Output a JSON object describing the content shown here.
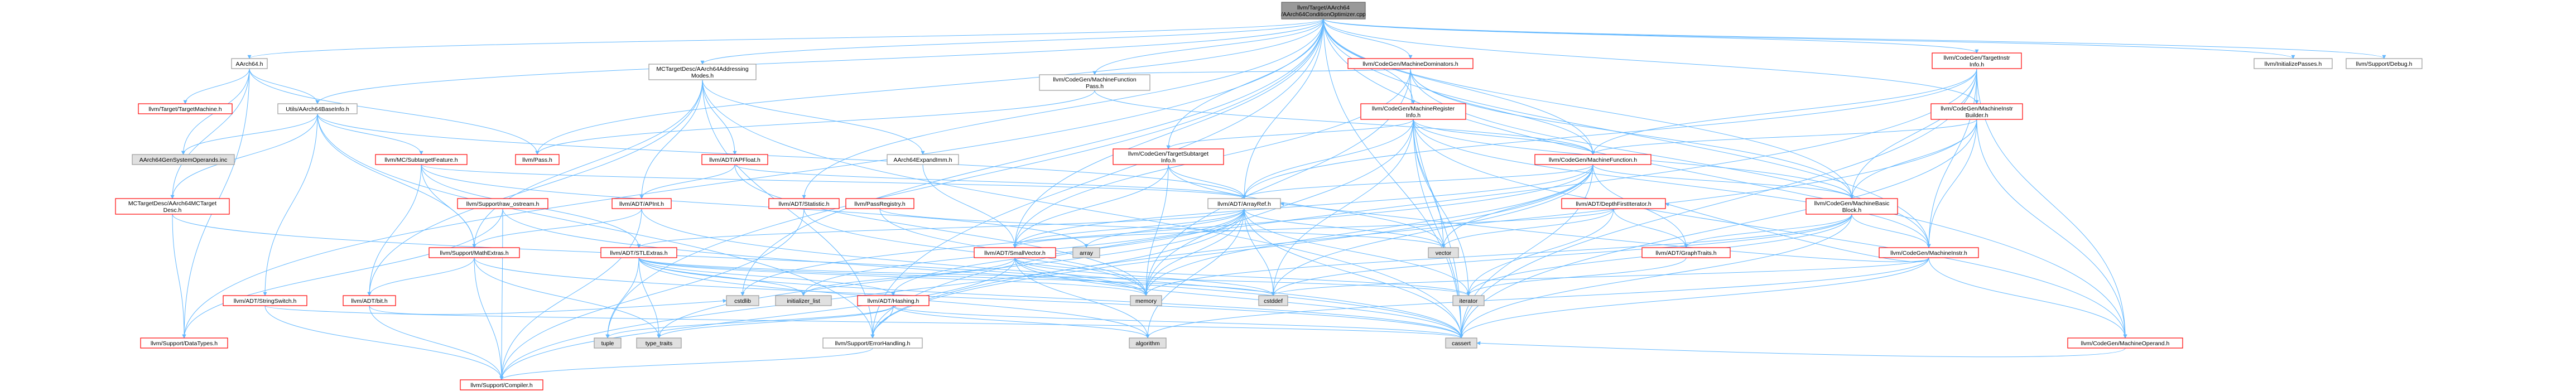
{
  "graph": {
    "nodes": [
      {
        "id": "root",
        "label": [
          "llvm/Target/AArch64",
          "/AArch64ConditionOptimizer.cpp"
        ],
        "style": "root"
      },
      {
        "id": "aarch64h",
        "label": [
          "AArch64.h"
        ],
        "style": "normal"
      },
      {
        "id": "aarch64baseinfo",
        "label": [
          "Utils/AArch64BaseInfo.h"
        ],
        "style": "normal"
      },
      {
        "id": "targetmachine",
        "label": [
          "llvm/Target/TargetMachine.h"
        ],
        "style": "red"
      },
      {
        "id": "pass",
        "label": [
          "llvm/Pass.h"
        ],
        "style": "red"
      },
      {
        "id": "aarch64gensysop",
        "label": [
          "AArch64GenSystemOperands.inc"
        ],
        "style": "gray"
      },
      {
        "id": "mcsubtarget",
        "label": [
          "llvm/MC/SubtargetFeature.h"
        ],
        "style": "red"
      },
      {
        "id": "mctargetdesc",
        "label": [
          "MCTargetDesc/AArch64MCTarget",
          "Desc.h"
        ],
        "style": "red"
      },
      {
        "id": "stringswitch",
        "label": [
          "llvm/ADT/StringSwitch.h"
        ],
        "style": "red"
      },
      {
        "id": "datatypes",
        "label": [
          "llvm/Support/DataTypes.h"
        ],
        "style": "red"
      },
      {
        "id": "addrmodes",
        "label": [
          "MCTargetDesc/AArch64Addressing",
          "Modes.h"
        ],
        "style": "normal"
      },
      {
        "id": "apfloat",
        "label": [
          "llvm/ADT/APFloat.h"
        ],
        "style": "red"
      },
      {
        "id": "apint",
        "label": [
          "llvm/ADT/APInt.h"
        ],
        "style": "red"
      },
      {
        "id": "rawostream",
        "label": [
          "llvm/Support/raw_ostream.h"
        ],
        "style": "red"
      },
      {
        "id": "mathextras",
        "label": [
          "llvm/Support/MathExtras.h"
        ],
        "style": "red"
      },
      {
        "id": "bit",
        "label": [
          "llvm/ADT/bit.h"
        ],
        "style": "red"
      },
      {
        "id": "compiler",
        "label": [
          "llvm/Support/Compiler.h"
        ],
        "style": "red"
      },
      {
        "id": "expandimm",
        "label": [
          "AArch64ExpandImm.h"
        ],
        "style": "normal"
      },
      {
        "id": "statistic",
        "label": [
          "llvm/ADT/Statistic.h"
        ],
        "style": "red"
      },
      {
        "id": "stlextras",
        "label": [
          "llvm/ADT/STLExtras.h"
        ],
        "style": "red"
      },
      {
        "id": "passregistry",
        "label": [
          "llvm/PassRegistry.h"
        ],
        "style": "red"
      },
      {
        "id": "smallvector",
        "label": [
          "llvm/ADT/SmallVector.h"
        ],
        "style": "red"
      },
      {
        "id": "hashing",
        "label": [
          "llvm/ADT/Hashing.h"
        ],
        "style": "red"
      },
      {
        "id": "errorhandling",
        "label": [
          "llvm/Support/ErrorHandling.h"
        ],
        "style": "normal"
      },
      {
        "id": "arrayref",
        "label": [
          "llvm/ADT/ArrayRef.h"
        ],
        "style": "normal"
      },
      {
        "id": "mfpass",
        "label": [
          "llvm/CodeGen/MachineFunction",
          "Pass.h"
        ],
        "style": "normal"
      },
      {
        "id": "mdominators",
        "label": [
          "llvm/CodeGen/MachineDominators.h"
        ],
        "style": "red"
      },
      {
        "id": "mreginfo",
        "label": [
          "llvm/CodeGen/MachineRegister",
          "Info.h"
        ],
        "style": "red"
      },
      {
        "id": "tsubtarget",
        "label": [
          "llvm/CodeGen/TargetSubtarget",
          "Info.h"
        ],
        "style": "red"
      },
      {
        "id": "mfunction",
        "label": [
          "llvm/CodeGen/MachineFunction.h"
        ],
        "style": "red"
      },
      {
        "id": "dfiterator",
        "label": [
          "llvm/ADT/DepthFirstIterator.h"
        ],
        "style": "red"
      },
      {
        "id": "graphtraits",
        "label": [
          "llvm/ADT/GraphTraits.h"
        ],
        "style": "red"
      },
      {
        "id": "mbb",
        "label": [
          "llvm/CodeGen/MachineBasic",
          "Block.h"
        ],
        "style": "red"
      },
      {
        "id": "minstr",
        "label": [
          "llvm/CodeGen/MachineInstr.h"
        ],
        "style": "red"
      },
      {
        "id": "moperand",
        "label": [
          "llvm/CodeGen/MachineOperand.h"
        ],
        "style": "red"
      },
      {
        "id": "tinstrinfo",
        "label": [
          "llvm/CodeGen/TargetInstr",
          "Info.h"
        ],
        "style": "red"
      },
      {
        "id": "minstrbuilder",
        "label": [
          "llvm/CodeGen/MachineInstr",
          "Builder.h"
        ],
        "style": "red"
      },
      {
        "id": "initpasses",
        "label": [
          "llvm/InitializePasses.h"
        ],
        "style": "normal"
      },
      {
        "id": "debug",
        "label": [
          "llvm/Support/Debug.h"
        ],
        "style": "normal"
      },
      {
        "id": "array",
        "label": [
          "array"
        ],
        "style": "gray"
      },
      {
        "id": "vector",
        "label": [
          "vector"
        ],
        "style": "gray"
      },
      {
        "id": "iterator",
        "label": [
          "iterator"
        ],
        "style": "gray"
      },
      {
        "id": "cstddef",
        "label": [
          "cstddef"
        ],
        "style": "gray"
      },
      {
        "id": "memory",
        "label": [
          "memory"
        ],
        "style": "gray"
      },
      {
        "id": "initlist",
        "label": [
          "initializer_list"
        ],
        "style": "gray"
      },
      {
        "id": "cstdlib",
        "label": [
          "cstdlib"
        ],
        "style": "gray"
      },
      {
        "id": "tuple",
        "label": [
          "tuple"
        ],
        "style": "gray"
      },
      {
        "id": "typetraits",
        "label": [
          "type_traits"
        ],
        "style": "gray"
      },
      {
        "id": "algorithm",
        "label": [
          "algorithm"
        ],
        "style": "gray"
      },
      {
        "id": "cassert",
        "label": [
          "cassert"
        ],
        "style": "gray"
      }
    ],
    "edges": [
      [
        "root",
        "aarch64h"
      ],
      [
        "root",
        "aarch64baseinfo"
      ],
      [
        "root",
        "addrmodes"
      ],
      [
        "root",
        "pass"
      ],
      [
        "root",
        "statistic"
      ],
      [
        "root",
        "mfpass"
      ],
      [
        "root",
        "mdominators"
      ],
      [
        "root",
        "mreginfo"
      ],
      [
        "root",
        "tsubtarget"
      ],
      [
        "root",
        "mfunction"
      ],
      [
        "root",
        "mbb"
      ],
      [
        "root",
        "minstr"
      ],
      [
        "root",
        "moperand"
      ],
      [
        "root",
        "tinstrinfo"
      ],
      [
        "root",
        "minstrbuilder"
      ],
      [
        "root",
        "initpasses"
      ],
      [
        "root",
        "debug"
      ],
      [
        "root",
        "arrayref"
      ],
      [
        "root",
        "smallvector"
      ],
      [
        "root",
        "errorhandling"
      ],
      [
        "root",
        "datatypes"
      ],
      [
        "root",
        "cstdlib"
      ],
      [
        "root",
        "tuple"
      ],
      [
        "root",
        "cassert"
      ],
      [
        "aarch64h",
        "aarch64baseinfo"
      ],
      [
        "aarch64h",
        "targetmachine"
      ],
      [
        "aarch64h",
        "pass"
      ],
      [
        "aarch64h",
        "mctargetdesc"
      ],
      [
        "aarch64h",
        "datatypes"
      ],
      [
        "aarch64h",
        "aarch64gensysop"
      ],
      [
        "aarch64baseinfo",
        "aarch64gensysop"
      ],
      [
        "aarch64baseinfo",
        "mcsubtarget"
      ],
      [
        "aarch64baseinfo",
        "stringswitch"
      ],
      [
        "aarch64baseinfo",
        "mctargetdesc"
      ],
      [
        "aarch64baseinfo",
        "mathextras"
      ],
      [
        "aarch64baseinfo",
        "errorhandling"
      ],
      [
        "aarch64baseinfo",
        "arrayref"
      ],
      [
        "mcsubtarget",
        "arrayref"
      ],
      [
        "mcsubtarget",
        "stlextras"
      ],
      [
        "mcsubtarget",
        "mathextras"
      ],
      [
        "mcsubtarget",
        "array"
      ],
      [
        "mcsubtarget",
        "bit"
      ],
      [
        "mctargetdesc",
        "datatypes"
      ],
      [
        "mctargetdesc",
        "memory"
      ],
      [
        "stringswitch",
        "compiler"
      ],
      [
        "stringswitch",
        "cassert"
      ],
      [
        "addrmodes",
        "apfloat"
      ],
      [
        "addrmodes",
        "apint"
      ],
      [
        "addrmodes",
        "mathextras"
      ],
      [
        "addrmodes",
        "errorhandling"
      ],
      [
        "addrmodes",
        "bit"
      ],
      [
        "addrmodes",
        "expandimm"
      ],
      [
        "addrmodes",
        "cassert"
      ],
      [
        "apfloat",
        "apint"
      ],
      [
        "apfloat",
        "arrayref"
      ],
      [
        "apfloat",
        "memory"
      ],
      [
        "apint",
        "compiler"
      ],
      [
        "apint",
        "mathextras"
      ],
      [
        "apint",
        "cassert"
      ],
      [
        "rawostream",
        "compiler"
      ],
      [
        "rawostream",
        "datatypes"
      ],
      [
        "rawostream",
        "cassert"
      ],
      [
        "mathextras",
        "compiler"
      ],
      [
        "mathextras",
        "bit"
      ],
      [
        "mathextras",
        "cassert"
      ],
      [
        "mathextras",
        "typetraits"
      ],
      [
        "bit",
        "compiler"
      ],
      [
        "bit",
        "cstdlib"
      ],
      [
        "expandimm",
        "smallvector"
      ],
      [
        "statistic",
        "compiler"
      ],
      [
        "statistic",
        "memory"
      ],
      [
        "stlextras",
        "hashing"
      ],
      [
        "stlextras",
        "iterator"
      ],
      [
        "stlextras",
        "memory"
      ],
      [
        "stlextras",
        "tuple"
      ],
      [
        "stlextras",
        "typetraits"
      ],
      [
        "stlextras",
        "cassert"
      ],
      [
        "stlextras",
        "cstddef"
      ],
      [
        "stlextras",
        "initlist"
      ],
      [
        "stlextras",
        "algorithm"
      ],
      [
        "passregistry",
        "memory"
      ],
      [
        "passregistry",
        "vector"
      ],
      [
        "smallvector",
        "compiler"
      ],
      [
        "smallvector",
        "cstddef"
      ],
      [
        "smallvector",
        "iterator"
      ],
      [
        "smallvector",
        "memory"
      ],
      [
        "smallvector",
        "algorithm"
      ],
      [
        "smallvector",
        "initlist"
      ],
      [
        "smallvector",
        "cassert"
      ],
      [
        "hashing",
        "errorhandling"
      ],
      [
        "hashing",
        "typetraits"
      ],
      [
        "hashing",
        "tuple"
      ],
      [
        "hashing",
        "algorithm"
      ],
      [
        "hashing",
        "cassert"
      ],
      [
        "errorhandling",
        "compiler"
      ],
      [
        "arrayref",
        "hashing"
      ],
      [
        "arrayref",
        "smallvector"
      ],
      [
        "arrayref",
        "stlextras"
      ],
      [
        "arrayref",
        "compiler"
      ],
      [
        "arrayref",
        "array"
      ],
      [
        "arrayref",
        "vector"
      ],
      [
        "arrayref",
        "cstddef"
      ],
      [
        "arrayref",
        "iterator"
      ],
      [
        "arrayref",
        "memory"
      ],
      [
        "arrayref",
        "algorithm"
      ],
      [
        "arrayref",
        "cassert"
      ],
      [
        "arrayref",
        "typetraits"
      ],
      [
        "arrayref",
        "initlist"
      ],
      [
        "mfpass",
        "pass"
      ],
      [
        "mfpass",
        "mfunction"
      ],
      [
        "mdominators",
        "mbb"
      ],
      [
        "mdominators",
        "mfpass"
      ],
      [
        "mdominators",
        "mfunction"
      ],
      [
        "mdominators",
        "minstr"
      ],
      [
        "mdominators",
        "smallvector"
      ],
      [
        "mdominators",
        "cassert"
      ],
      [
        "mdominators",
        "memory"
      ],
      [
        "mreginfo",
        "arrayref"
      ],
      [
        "mreginfo",
        "mfunction"
      ],
      [
        "mreginfo",
        "mbb"
      ],
      [
        "mreginfo",
        "minstr"
      ],
      [
        "mreginfo",
        "moperand"
      ],
      [
        "mreginfo",
        "tsubtarget"
      ],
      [
        "mreginfo",
        "iterator"
      ],
      [
        "mreginfo",
        "memory"
      ],
      [
        "mreginfo",
        "vector"
      ],
      [
        "mreginfo",
        "cassert"
      ],
      [
        "mreginfo",
        "cstddef"
      ],
      [
        "tsubtarget",
        "arrayref"
      ],
      [
        "tsubtarget",
        "smallvector"
      ],
      [
        "tsubtarget",
        "memory"
      ],
      [
        "tsubtarget",
        "vector"
      ],
      [
        "mfunction",
        "arrayref"
      ],
      [
        "mfunction",
        "mbb"
      ],
      [
        "mfunction",
        "smallvector"
      ],
      [
        "mfunction",
        "graphtraits"
      ],
      [
        "mfunction",
        "errorhandling"
      ],
      [
        "mfunction",
        "cassert"
      ],
      [
        "mfunction",
        "cstdlib"
      ],
      [
        "mfunction",
        "memory"
      ],
      [
        "mfunction",
        "vector"
      ],
      [
        "mfunction",
        "cstddef"
      ],
      [
        "dfiterator",
        "graphtraits"
      ],
      [
        "dfiterator",
        "smallvector"
      ],
      [
        "dfiterator",
        "iterator"
      ],
      [
        "dfiterator",
        "vector"
      ],
      [
        "graphtraits",
        "iterator"
      ],
      [
        "mbb",
        "graphtraits"
      ],
      [
        "mbb",
        "minstr"
      ],
      [
        "mbb",
        "iterator"
      ],
      [
        "mbb",
        "cassert"
      ],
      [
        "mbb",
        "cstddef"
      ],
      [
        "mbb",
        "memory"
      ],
      [
        "minstr",
        "dfiterator"
      ],
      [
        "minstr",
        "moperand"
      ],
      [
        "minstr",
        "algorithm"
      ],
      [
        "minstr",
        "cassert"
      ],
      [
        "minstr",
        "cstddef"
      ],
      [
        "minstr",
        "arrayref"
      ],
      [
        "moperand",
        "cassert"
      ],
      [
        "tinstrinfo",
        "arrayref"
      ],
      [
        "tinstrinfo",
        "mbb"
      ],
      [
        "tinstrinfo",
        "mfunction"
      ],
      [
        "tinstrinfo",
        "minstr"
      ],
      [
        "tinstrinfo",
        "moperand"
      ],
      [
        "tinstrinfo",
        "errorhandling"
      ],
      [
        "tinstrinfo",
        "cassert"
      ],
      [
        "tinstrinfo",
        "cstdint"
      ],
      [
        "tinstrinfo",
        "minstrbuilder"
      ],
      [
        "minstrbuilder",
        "mfunction"
      ],
      [
        "minstrbuilder",
        "mbb"
      ],
      [
        "minstrbuilder",
        "minstr"
      ],
      [
        "minstrbuilder",
        "moperand"
      ],
      [
        "minstrbuilder",
        "errorhandling"
      ],
      [
        "minstrbuilder",
        "cassert"
      ],
      [
        "minstrbuilder",
        "cstdint"
      ]
    ]
  }
}
